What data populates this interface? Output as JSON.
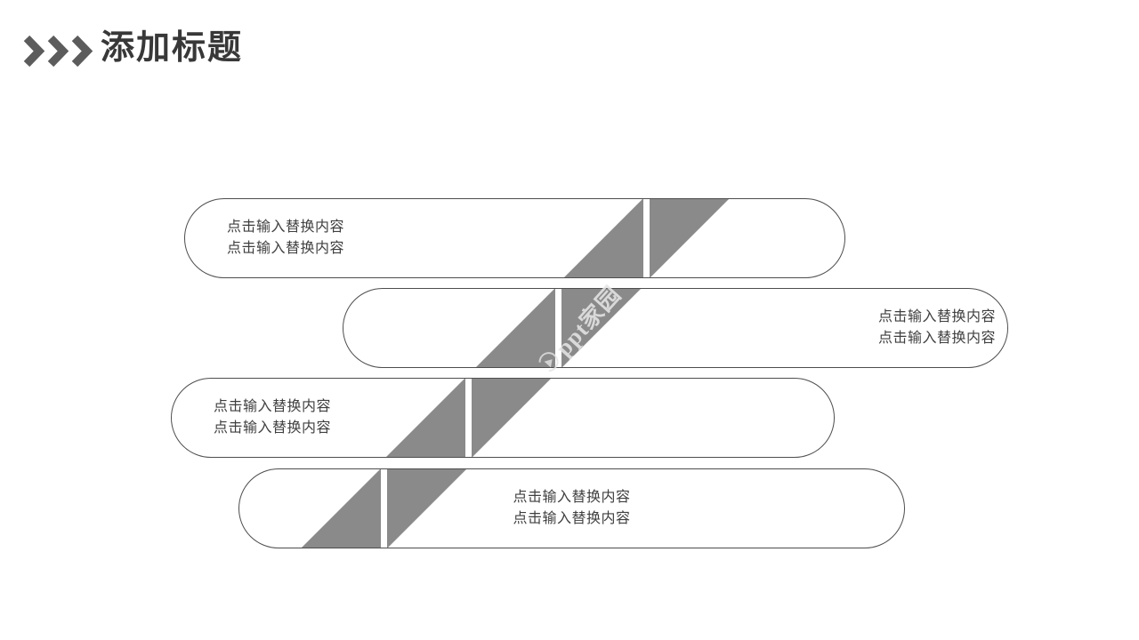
{
  "header": {
    "title": "添加标题"
  },
  "watermark": {
    "text": "ppt家园"
  },
  "colors": {
    "slide_bg": "#ffffff",
    "band": "#8a8a8a",
    "pill_border": "#4d4d4d",
    "title_text": "#383838",
    "body_text": "#3f3f3f",
    "chevron": "#5c5c5c"
  },
  "pills": [
    {
      "align": "left",
      "lines": [
        "点击输入替换内容",
        "点击输入替换内容"
      ]
    },
    {
      "align": "right",
      "lines": [
        "点击输入替换内容",
        "点击输入替换内容"
      ]
    },
    {
      "align": "left",
      "lines": [
        "点击输入替换内容",
        "点击输入替换内容"
      ]
    },
    {
      "align": "center",
      "lines": [
        "点击输入替换内容",
        "点击输入替换内容"
      ]
    }
  ]
}
